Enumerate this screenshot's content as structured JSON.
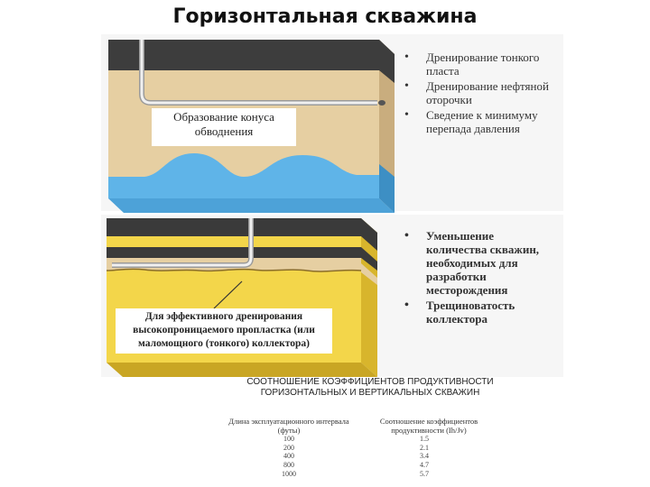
{
  "title": "Горизонтальная скважина",
  "top_panel": {
    "callout_line1": "Образование конуса",
    "callout_line2": "обводнения",
    "bullets": [
      "Дренирование тонкого пласта",
      "Дренирование нефтяной оторочки",
      "Сведение к минимуму перепада давления"
    ]
  },
  "bottom_panel": {
    "callout_lines": [
      "Для эффективного дренирования",
      "высокопроницаемого пропластка (или",
      "маломощного (тонкого) коллектора)"
    ],
    "bullets": [
      "Уменьшение количества скважин, необходимых для разработки месторождения",
      "Трещиноватость коллектора"
    ]
  },
  "table": {
    "title_line1": "СООТНОШЕНИЕ КОЭФФИЦИЕНТОВ ПРОДУКТИВНОСТИ",
    "title_line2": "ГОРИЗОНТАЛЬНЫХ И ВЕРТИКАЛЬНЫХ СКВАЖИН",
    "col1_header_line1": "Длина эксплуатационного интервала",
    "col1_header_line2": "(футы)",
    "col2_header_line1": "Соотношение коэффициентов",
    "col2_header_line2": "продуктивности (Ih/Jv)",
    "rows": [
      {
        "length": "100",
        "ratio": "1.5"
      },
      {
        "length": "200",
        "ratio": "2.1"
      },
      {
        "length": "400",
        "ratio": "3.4"
      },
      {
        "length": "800",
        "ratio": "4.7"
      },
      {
        "length": "1000",
        "ratio": "5.7"
      }
    ]
  },
  "colors": {
    "cap_rock": "#3d3d3d",
    "sand": "#e6cfa2",
    "sand_side": "#c9ad7e",
    "water": "#5fb4e8",
    "water_side": "#3d8fc4",
    "yellow": "#f3d64a",
    "yellow_side": "#d8b52c",
    "dark_layer": "#3a3a3a",
    "pipe": "#c8c8c8"
  }
}
